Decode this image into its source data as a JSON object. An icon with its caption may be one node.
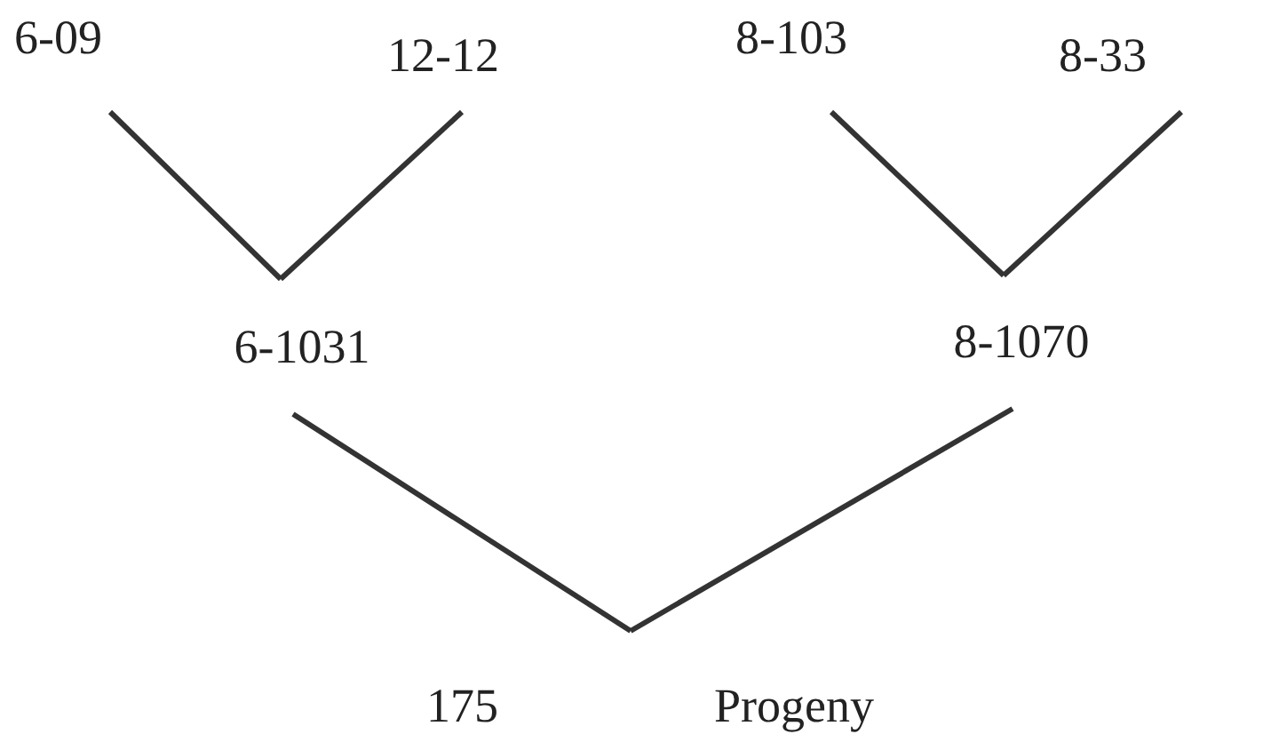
{
  "diagram": {
    "nodes": [
      {
        "text": [
          "6-09"
        ]
      },
      {
        "text": [
          "12-12"
        ]
      },
      {
        "text": [
          "8-103"
        ]
      },
      {
        "text": [
          "8-33"
        ]
      },
      {
        "text": [
          "6-1031"
        ]
      },
      {
        "text": [
          "8-1070"
        ]
      },
      {
        "text": [
          "175",
          "Progeny"
        ]
      }
    ],
    "edges": [
      {
        "from": 0,
        "to": 4,
        "arrow": "none"
      },
      {
        "from": 1,
        "to": 4,
        "arrow": "none"
      },
      {
        "from": 2,
        "to": 5,
        "arrow": "none"
      },
      {
        "from": 3,
        "to": 5,
        "arrow": "none"
      },
      {
        "from": 4,
        "to": 6,
        "arrow": "none"
      },
      {
        "from": 5,
        "to": 6,
        "arrow": "none"
      }
    ]
  }
}
